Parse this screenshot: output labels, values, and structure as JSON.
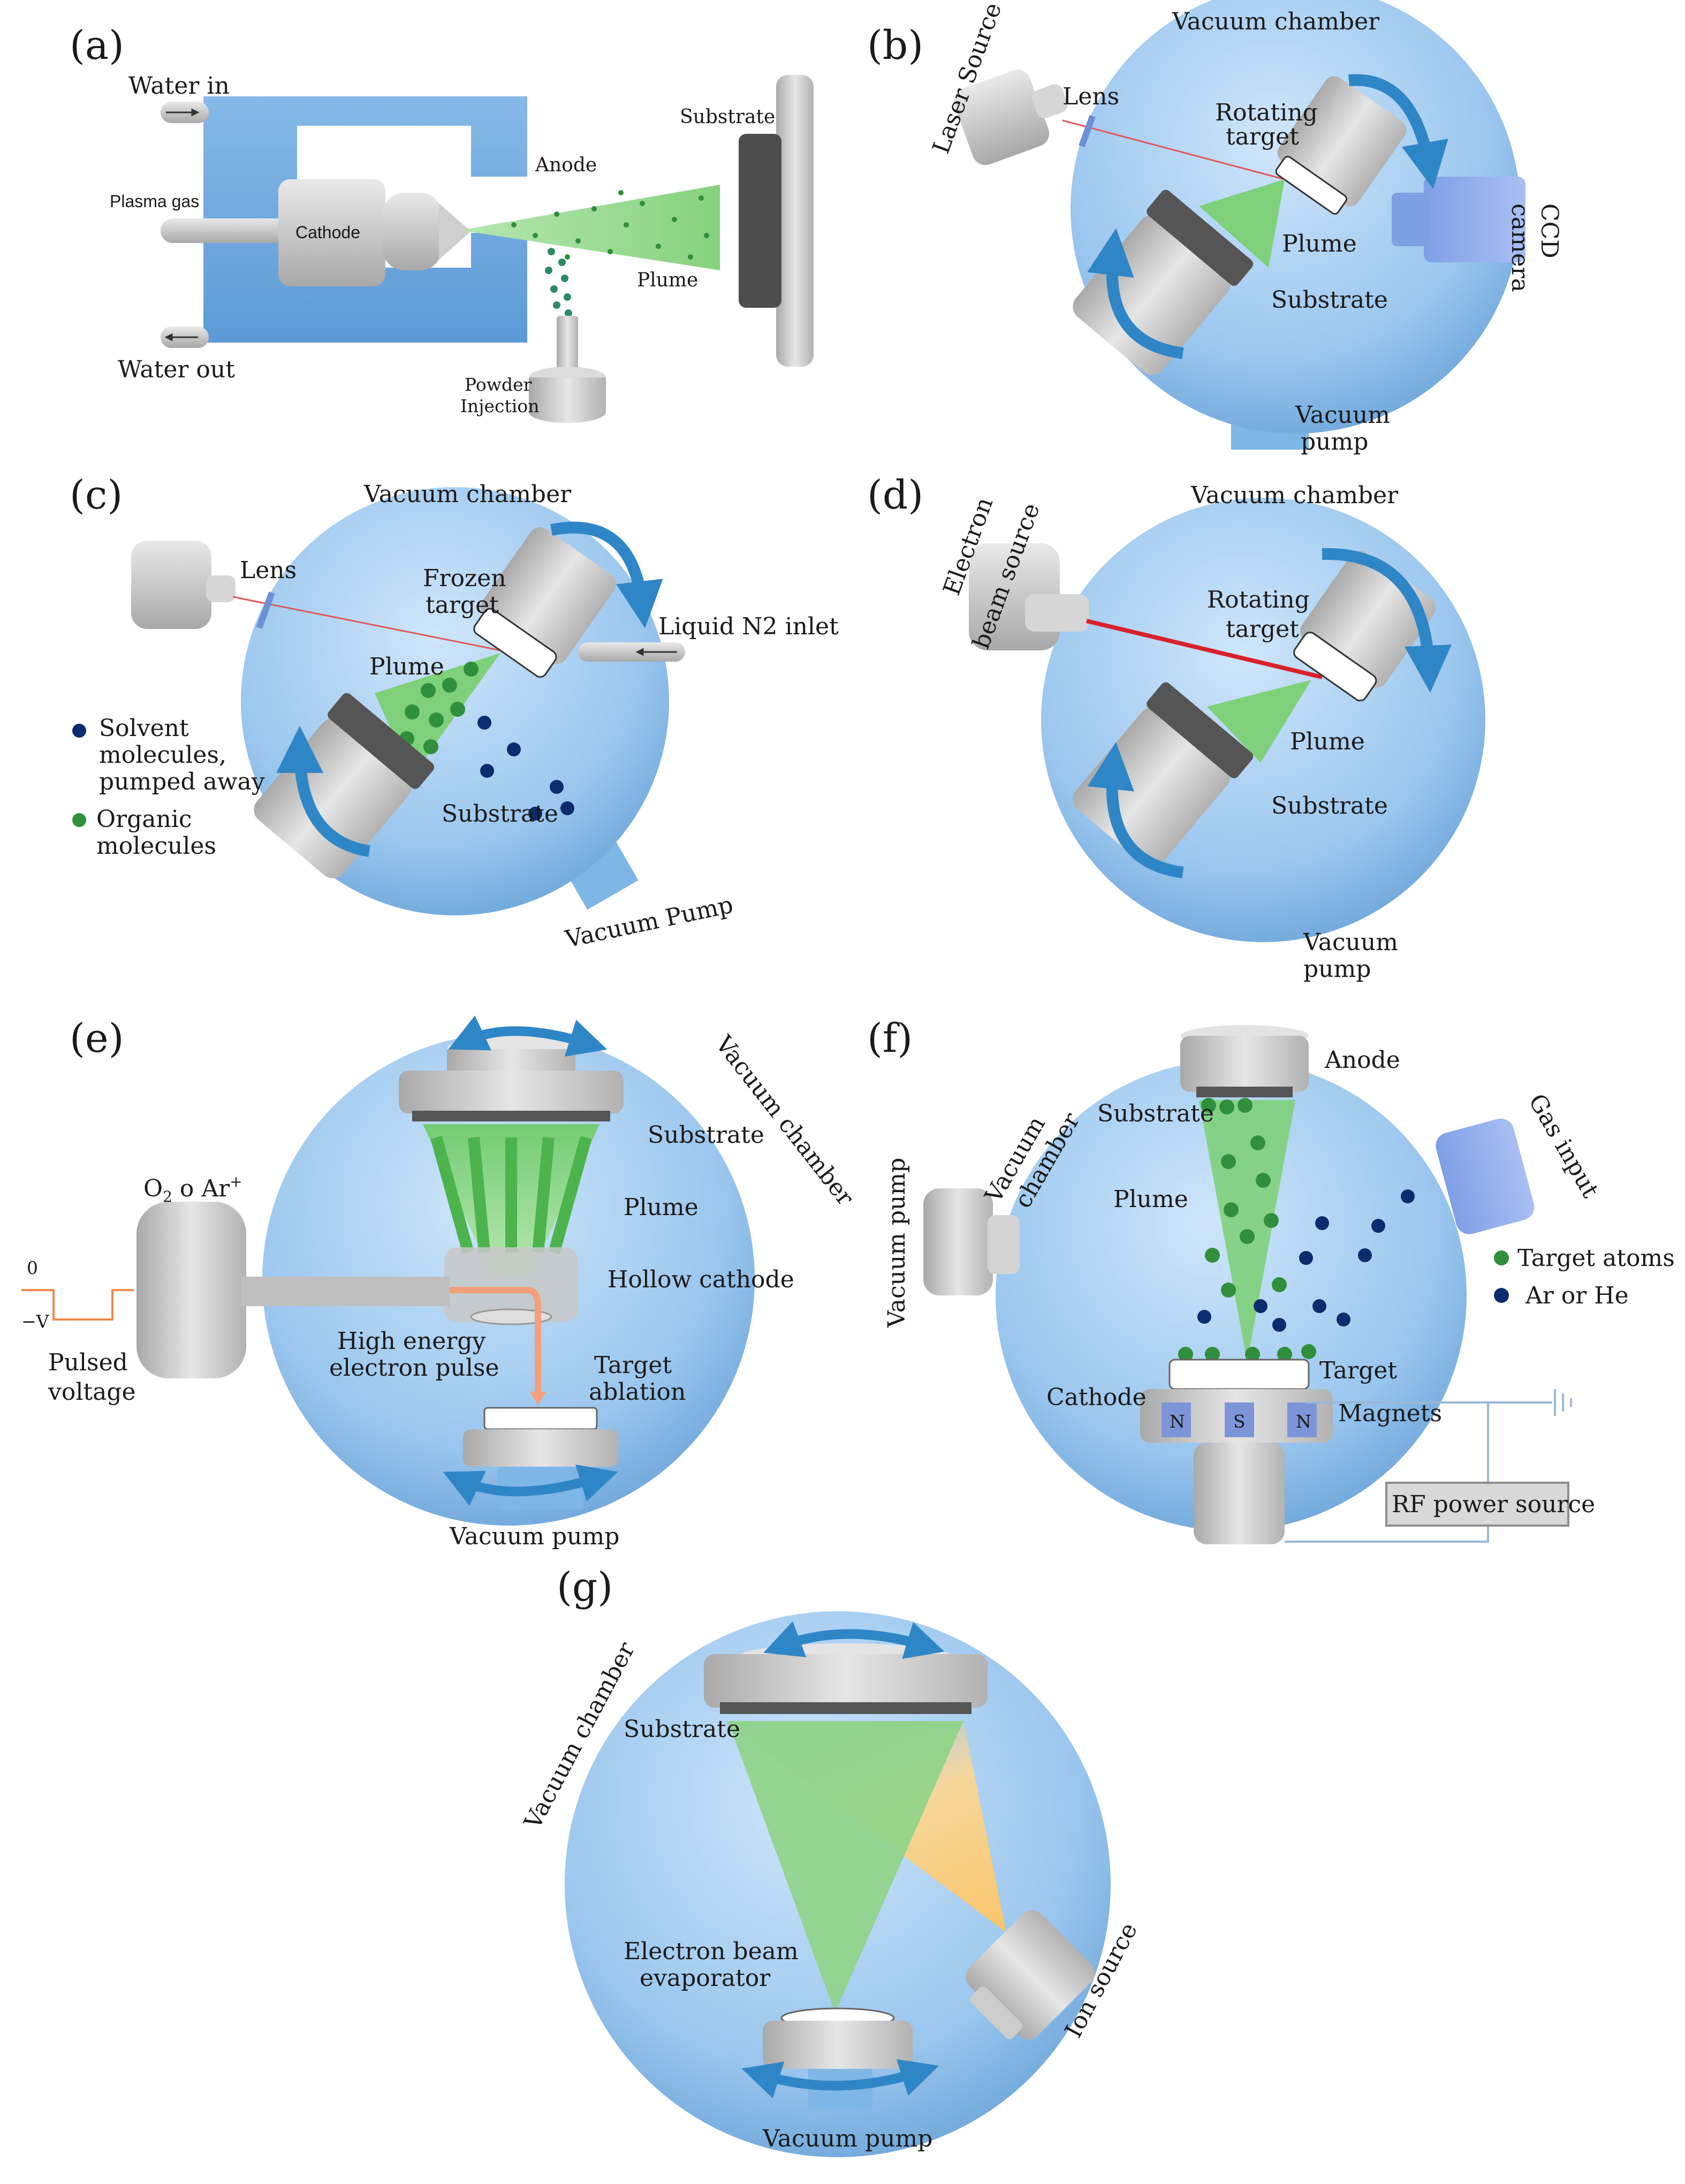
{
  "panels": {
    "a": {
      "tag": "(a)",
      "water_in": "Water in",
      "plasma_gas": "Plasma gas",
      "water_out": "Water out",
      "cathode": "Cathode",
      "anode": "Anode",
      "plume": "Plume",
      "substrate": "Substrate",
      "powder_1": "Powder",
      "powder_2": "Injection"
    },
    "b": {
      "tag": "(b)",
      "chamber": "Vacuum chamber",
      "laser": "Laser Source",
      "lens": "Lens",
      "target_1": "Rotating",
      "target_2": "target",
      "ccd_1": "CCD",
      "ccd_2": "camera",
      "plume": "Plume",
      "substrate": "Substrate",
      "pump_1": "Vacuum",
      "pump_2": "pump"
    },
    "c": {
      "tag": "(c)",
      "chamber": "Vacuum chamber",
      "lens": "Lens",
      "target_1": "Frozen",
      "target_2": "target",
      "n2": "Liquid N2 inlet",
      "plume": "Plume",
      "solvent_1": "Solvent",
      "solvent_2": "molecules,",
      "solvent_3": "pumped away",
      "organic_1": "Organic",
      "organic_2": "molecules",
      "substrate": "Substrate",
      "pump": "Vacuum Pump"
    },
    "d": {
      "tag": "(d)",
      "chamber": "Vacuum chamber",
      "ebs_1": "Electron",
      "ebs_2": "beam source",
      "target_1": "Rotating",
      "target_2": "target",
      "plume": "Plume",
      "substrate": "Substrate",
      "pump_1": "Vacuum",
      "pump_2": "pump"
    },
    "e": {
      "tag": "(e)",
      "chamber": "Vacuum chamber",
      "gas_o": "O",
      "gas_sub": "2",
      "gas_rest": " o Ar",
      "gas_sup": "+",
      "zero": "0",
      "neg_v": "−V",
      "pulsed_1": "Pulsed",
      "pulsed_2": "voltage",
      "substrate": "Substrate",
      "plume": "Plume",
      "hollow": "Hollow cathode",
      "hee_1": "High energy",
      "hee_2": "electron pulse",
      "abl_1": "Target",
      "abl_2": "ablation",
      "pump": "Vacuum pump"
    },
    "f": {
      "tag": "(f)",
      "anode": "Anode",
      "pump": "Vacuum pump",
      "chamber_1": "Vacuum",
      "chamber_2": "chamber",
      "substrate": "Substrate",
      "gas": "Gas input",
      "plume": "Plume",
      "legend_target": "Target atoms",
      "legend_ar": "Ar or He",
      "target": "Target",
      "cathode": "Cathode",
      "magnets": "Magnets",
      "n1": "N",
      "s": "S",
      "n2": "N",
      "rf": "RF power source"
    },
    "g": {
      "tag": "(g)",
      "chamber": "Vacuum chamber",
      "substrate": "Substrate",
      "ebe_1": "Electron beam",
      "ebe_2": "evaporator",
      "ion": "Ion source",
      "pump": "Vacuum pump"
    }
  },
  "colors": {
    "chamber": "#9cc8ee",
    "chamber_dark": "#5f9bd3",
    "plume_green": "#7ed07a",
    "particle_green": "#2f8f3c",
    "particle_navy": "#0b2c6e",
    "arrow_blue": "#2f86c6",
    "metal": "#cfcfcf",
    "laser_red": "#d9212b",
    "electron_orange": "#f2a07a",
    "ion_yellow": "#f5c86a"
  }
}
